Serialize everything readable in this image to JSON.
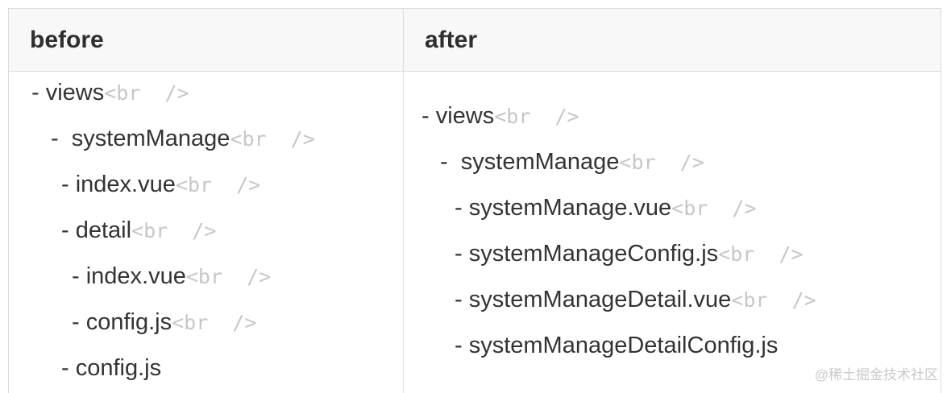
{
  "table": {
    "columns": [
      {
        "header": "before",
        "lines": [
          {
            "text": "- views",
            "br": "<br  />",
            "level": 0
          },
          {
            "text": "-  systemManage",
            "br": "<br  />",
            "level": 1
          },
          {
            "text": "- index.vue",
            "br": "<br  />",
            "level": 2
          },
          {
            "text": "- detail",
            "br": "<br  />",
            "level": 2
          },
          {
            "text": "- index.vue",
            "br": "<br  />",
            "level": 3
          },
          {
            "text": "- config.js",
            "br": "<br  />",
            "level": 3
          },
          {
            "text": "- config.js",
            "br": "",
            "level": 2
          }
        ]
      },
      {
        "header": "after",
        "lines": [
          {
            "text": "- views",
            "br": "<br  />",
            "level": 0
          },
          {
            "text": "-  systemManage",
            "br": "<br  />",
            "level": 1
          },
          {
            "text": "- systemManage.vue",
            "br": "<br  />",
            "level": 2
          },
          {
            "text": "- systemManageConfig.js",
            "br": "<br  />",
            "level": 2
          },
          {
            "text": "- systemManageDetail.vue",
            "br": "<br  />",
            "level": 2
          },
          {
            "text": "- systemManageDetailConfig.js",
            "br": "",
            "level": 2
          }
        ]
      }
    ]
  },
  "watermark": "@稀土掘金技术社区",
  "colors": {
    "text": "#333333",
    "br_tag": "#c7c7c7",
    "border": "#dcdcdc",
    "header_bg": "#f8f8f8",
    "watermark": "#c9c9c9"
  }
}
